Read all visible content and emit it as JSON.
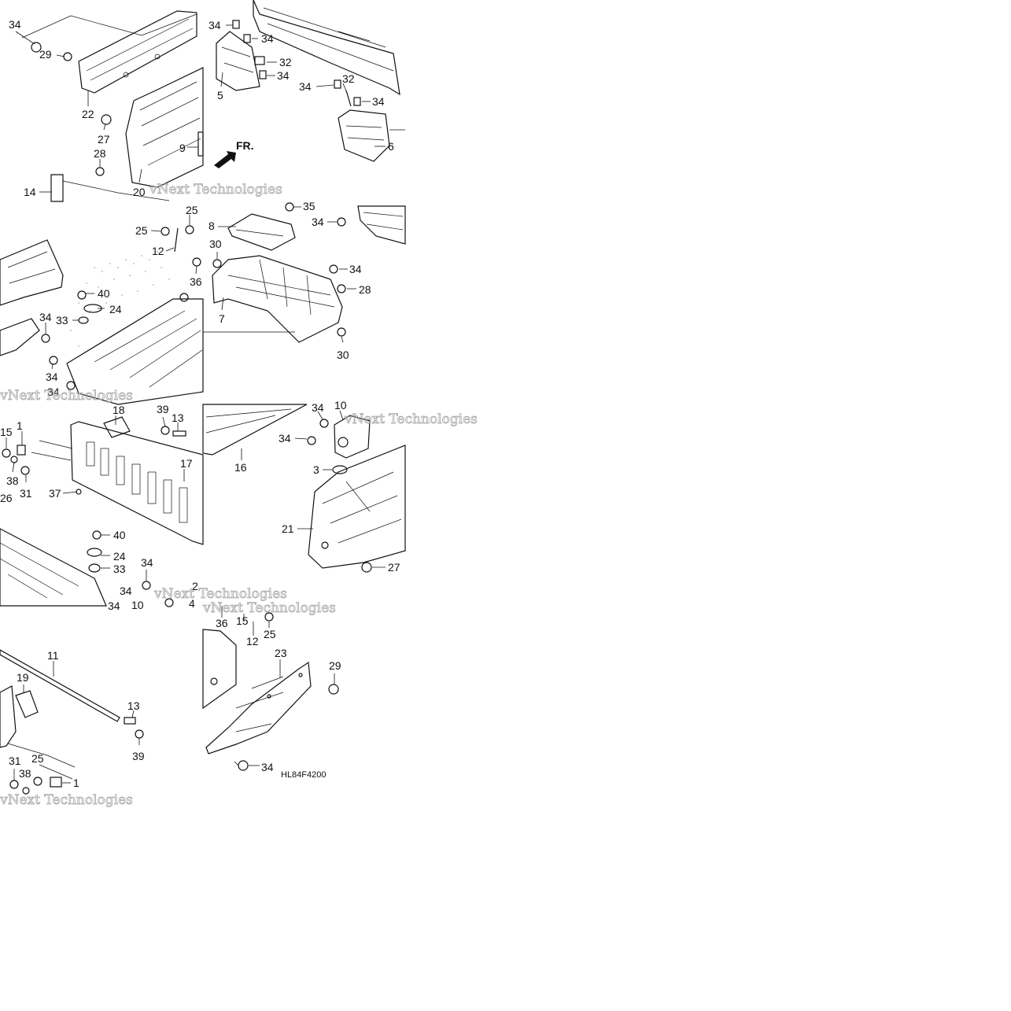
{
  "diagram": {
    "code": "HL84F4200",
    "front_marker": "FR.",
    "watermark": "vNext Technologies",
    "callouts": [
      {
        "id": "t1-34",
        "label": "34"
      },
      {
        "id": "t1-29",
        "label": "29"
      },
      {
        "id": "t1-22",
        "label": "22"
      },
      {
        "id": "t1-27",
        "label": "27"
      },
      {
        "id": "t1-28",
        "label": "28"
      },
      {
        "id": "t1-9",
        "label": "9"
      },
      {
        "id": "t1-14",
        "label": "14"
      },
      {
        "id": "t1-20",
        "label": "20"
      },
      {
        "id": "t2-34a",
        "label": "34"
      },
      {
        "id": "t2-34b",
        "label": "34"
      },
      {
        "id": "t2-32a",
        "label": "32"
      },
      {
        "id": "t2-34c",
        "label": "34"
      },
      {
        "id": "t2-5",
        "label": "5"
      },
      {
        "id": "t2-34d",
        "label": "34"
      },
      {
        "id": "t2-32b",
        "label": "32"
      },
      {
        "id": "t2-34e",
        "label": "34"
      },
      {
        "id": "t2-6",
        "label": "6"
      },
      {
        "id": "t3-25a",
        "label": "25"
      },
      {
        "id": "t3-25b",
        "label": "25"
      },
      {
        "id": "t3-12",
        "label": "12"
      },
      {
        "id": "t3-36",
        "label": "36"
      },
      {
        "id": "t3-40",
        "label": "40"
      },
      {
        "id": "t3-24",
        "label": "24"
      },
      {
        "id": "t3-34a",
        "label": "34"
      },
      {
        "id": "t3-33",
        "label": "33"
      },
      {
        "id": "t3-34b",
        "label": "34"
      },
      {
        "id": "t3-34c",
        "label": "34"
      },
      {
        "id": "t4-35",
        "label": "35"
      },
      {
        "id": "t4-8",
        "label": "8"
      },
      {
        "id": "t4-34a",
        "label": "34"
      },
      {
        "id": "t4-30a",
        "label": "30"
      },
      {
        "id": "t4-34b",
        "label": "34"
      },
      {
        "id": "t4-28",
        "label": "28"
      },
      {
        "id": "t4-7",
        "label": "7"
      },
      {
        "id": "t4-30b",
        "label": "30"
      },
      {
        "id": "t5-18",
        "label": "18"
      },
      {
        "id": "t5-39",
        "label": "39"
      },
      {
        "id": "t5-13",
        "label": "13"
      },
      {
        "id": "t5-15",
        "label": "15"
      },
      {
        "id": "t5-1",
        "label": "1"
      },
      {
        "id": "t5-17",
        "label": "17"
      },
      {
        "id": "t5-38",
        "label": "38"
      },
      {
        "id": "t5-31",
        "label": "31"
      },
      {
        "id": "t5-26",
        "label": "26"
      },
      {
        "id": "t5-37",
        "label": "37"
      },
      {
        "id": "t5-40",
        "label": "40"
      },
      {
        "id": "t5-24",
        "label": "24"
      },
      {
        "id": "t5-33",
        "label": "33"
      },
      {
        "id": "t5-34a",
        "label": "34"
      },
      {
        "id": "t5-34b",
        "label": "34"
      },
      {
        "id": "t5-34c",
        "label": "34"
      },
      {
        "id": "t5-10",
        "label": "10"
      },
      {
        "id": "t5-2",
        "label": "2"
      },
      {
        "id": "t5-4",
        "label": "4"
      },
      {
        "id": "t6-34a",
        "label": "34"
      },
      {
        "id": "t6-10",
        "label": "10"
      },
      {
        "id": "t6-34b",
        "label": "34"
      },
      {
        "id": "t6-16",
        "label": "16"
      },
      {
        "id": "t6-3",
        "label": "3"
      },
      {
        "id": "t6-21",
        "label": "21"
      },
      {
        "id": "t6-27",
        "label": "27"
      },
      {
        "id": "t7-11",
        "label": "11"
      },
      {
        "id": "t7-19",
        "label": "19"
      },
      {
        "id": "t7-13",
        "label": "13"
      },
      {
        "id": "t7-39",
        "label": "39"
      },
      {
        "id": "t7-31",
        "label": "31"
      },
      {
        "id": "t7-25",
        "label": "25"
      },
      {
        "id": "t7-38",
        "label": "38"
      },
      {
        "id": "t7-1",
        "label": "1"
      },
      {
        "id": "t8-36",
        "label": "36"
      },
      {
        "id": "t8-15",
        "label": "15"
      },
      {
        "id": "t8-12",
        "label": "12"
      },
      {
        "id": "t8-25",
        "label": "25"
      },
      {
        "id": "t8-23",
        "label": "23"
      },
      {
        "id": "t8-29",
        "label": "29"
      },
      {
        "id": "t8-34",
        "label": "34"
      }
    ]
  }
}
